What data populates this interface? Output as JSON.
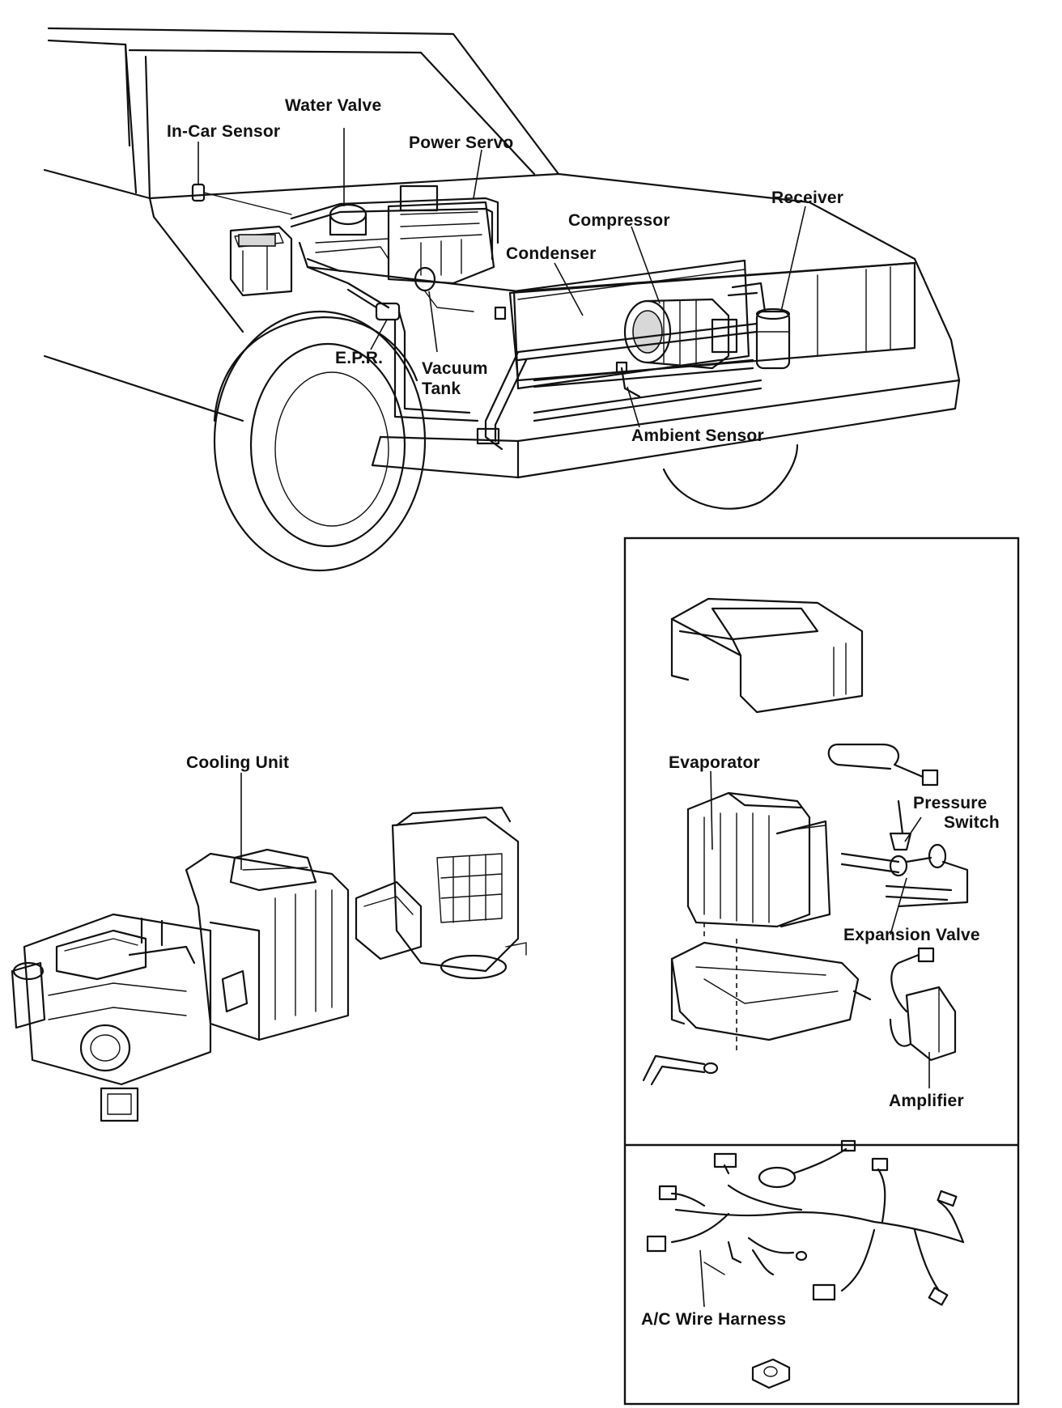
{
  "labels": {
    "water_valve": "Water Valve",
    "in_car_sensor": "In-Car Sensor",
    "power_servo": "Power Servo",
    "receiver": "Receiver",
    "compressor": "Compressor",
    "condenser": "Condenser",
    "epr": "E.P.R.",
    "vacuum_tank_line1": "Vacuum",
    "vacuum_tank_line2": "Tank",
    "ambient_sensor": "Ambient Sensor",
    "cooling_unit": "Cooling Unit",
    "evaporator": "Evaporator",
    "pressure_switch_line1": "Pressure",
    "pressure_switch_line2": "Switch",
    "expansion_valve": "Expansion Valve",
    "amplifier": "Amplifier",
    "ac_wire_harness": "A/C Wire Harness"
  },
  "colors": {
    "ink": "#111111",
    "paper": "#ffffff",
    "shade": "#d8d8d8"
  }
}
